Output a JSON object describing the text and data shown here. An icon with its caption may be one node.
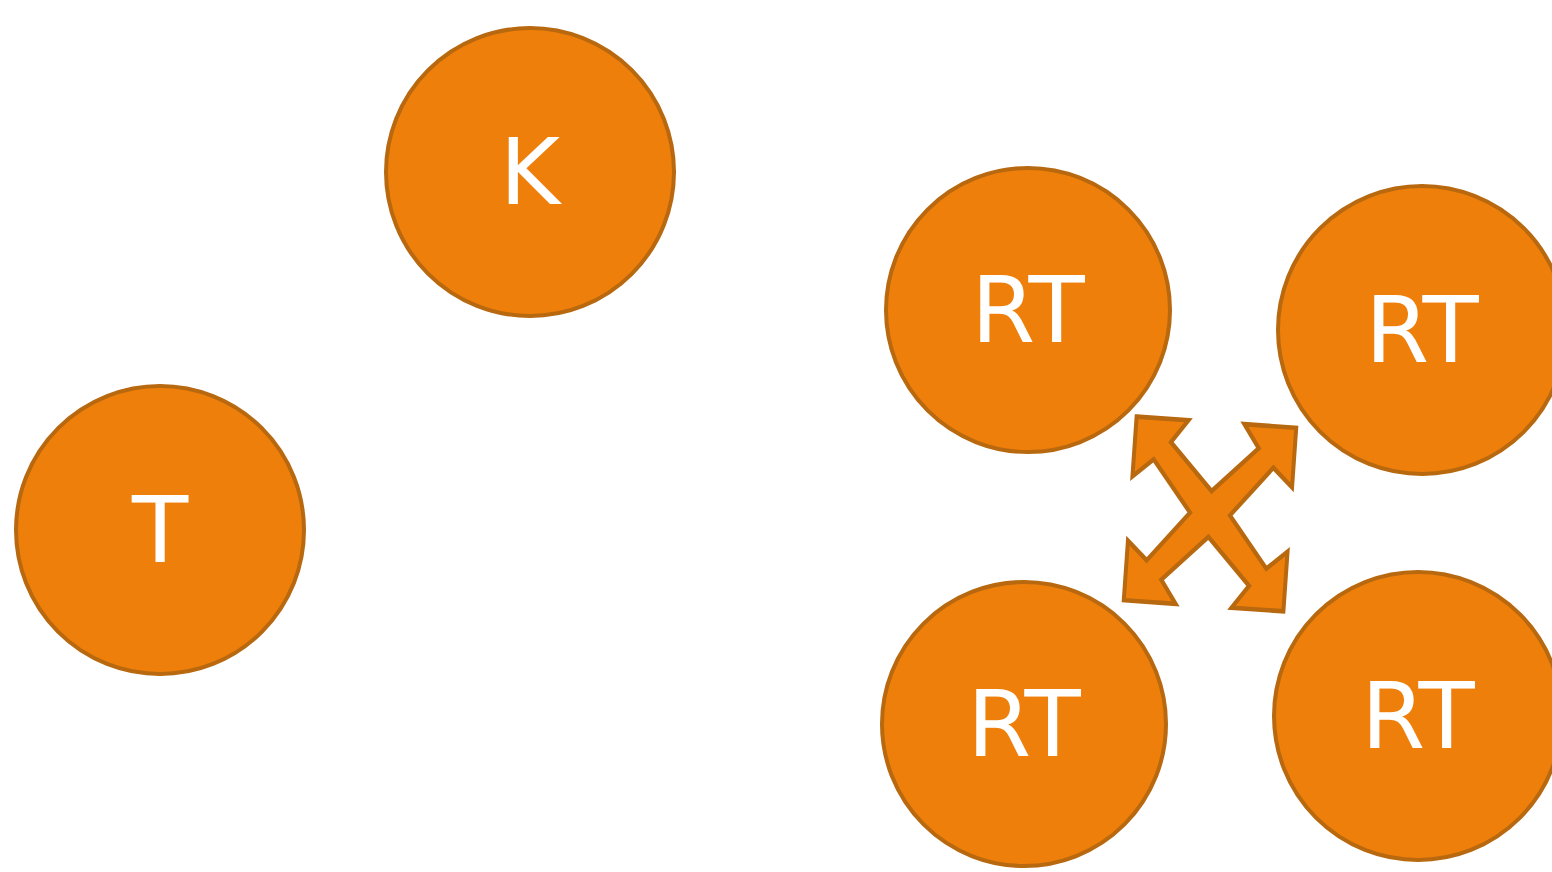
{
  "diagram": {
    "nodes": [
      {
        "text": [
          "K"
        ]
      },
      {
        "text": [
          "T"
        ]
      },
      {
        "text": [
          "RT"
        ]
      },
      {
        "text": [
          "RT"
        ]
      },
      {
        "text": [
          "RT"
        ]
      },
      {
        "text": [
          "RT"
        ]
      }
    ]
  }
}
